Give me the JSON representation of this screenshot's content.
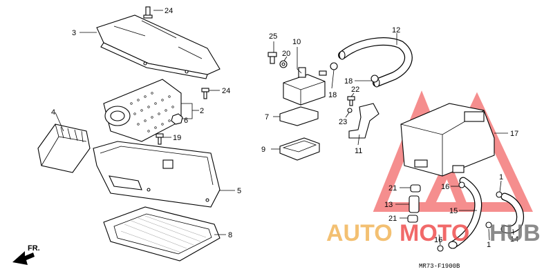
{
  "diagram": {
    "code": "MR73-F1900B",
    "direction_label": "FR.",
    "callouts": {
      "c24a": "24",
      "c3": "3",
      "c24b": "24",
      "c2": "2",
      "c6": "6",
      "c4": "4",
      "c19": "19",
      "c5": "5",
      "c8": "8",
      "c25": "25",
      "c10": "10",
      "c20": "20",
      "c18a": "18",
      "c18b": "18",
      "c12": "12",
      "c22": "22",
      "c7": "7",
      "c23": "23",
      "c11": "11",
      "c9": "9",
      "c17": "17",
      "c21a": "21",
      "c16a": "16",
      "c1a": "1",
      "c13": "13",
      "c15": "15",
      "c21b": "21",
      "c1b": "1",
      "c14": "14",
      "c16b": "16"
    }
  },
  "watermark": {
    "part1": "AUTO",
    "part2": "MOTO",
    "part3": "HUB",
    "colors": {
      "orange": "#f2b65a",
      "red": "#e44444",
      "gray": "#777777"
    }
  }
}
